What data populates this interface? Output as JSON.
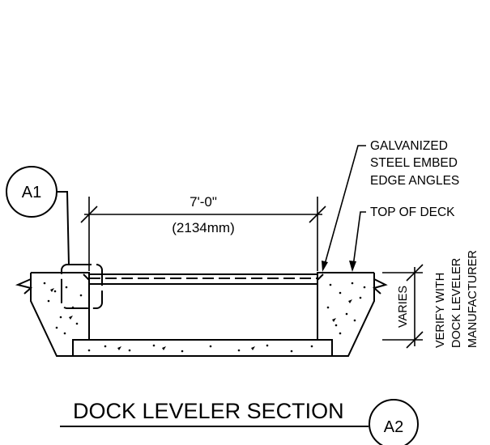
{
  "title": "DOCK LEVELER SECTION",
  "callouts": {
    "detail_a1": "A1",
    "detail_a2": "A2"
  },
  "dimension": {
    "imperial": "7'-0\"",
    "metric": "(2134mm)"
  },
  "notes": {
    "angles_line1": "GALVANIZED",
    "angles_line2": "STEEL EMBED",
    "angles_line3": "EDGE ANGLES",
    "top_of_deck": "TOP OF DECK",
    "varies": "VARIES",
    "verify_line1": "VERIFY WITH",
    "verify_line2": "DOCK LEVELER",
    "verify_line3": "MANUFACTURER"
  }
}
